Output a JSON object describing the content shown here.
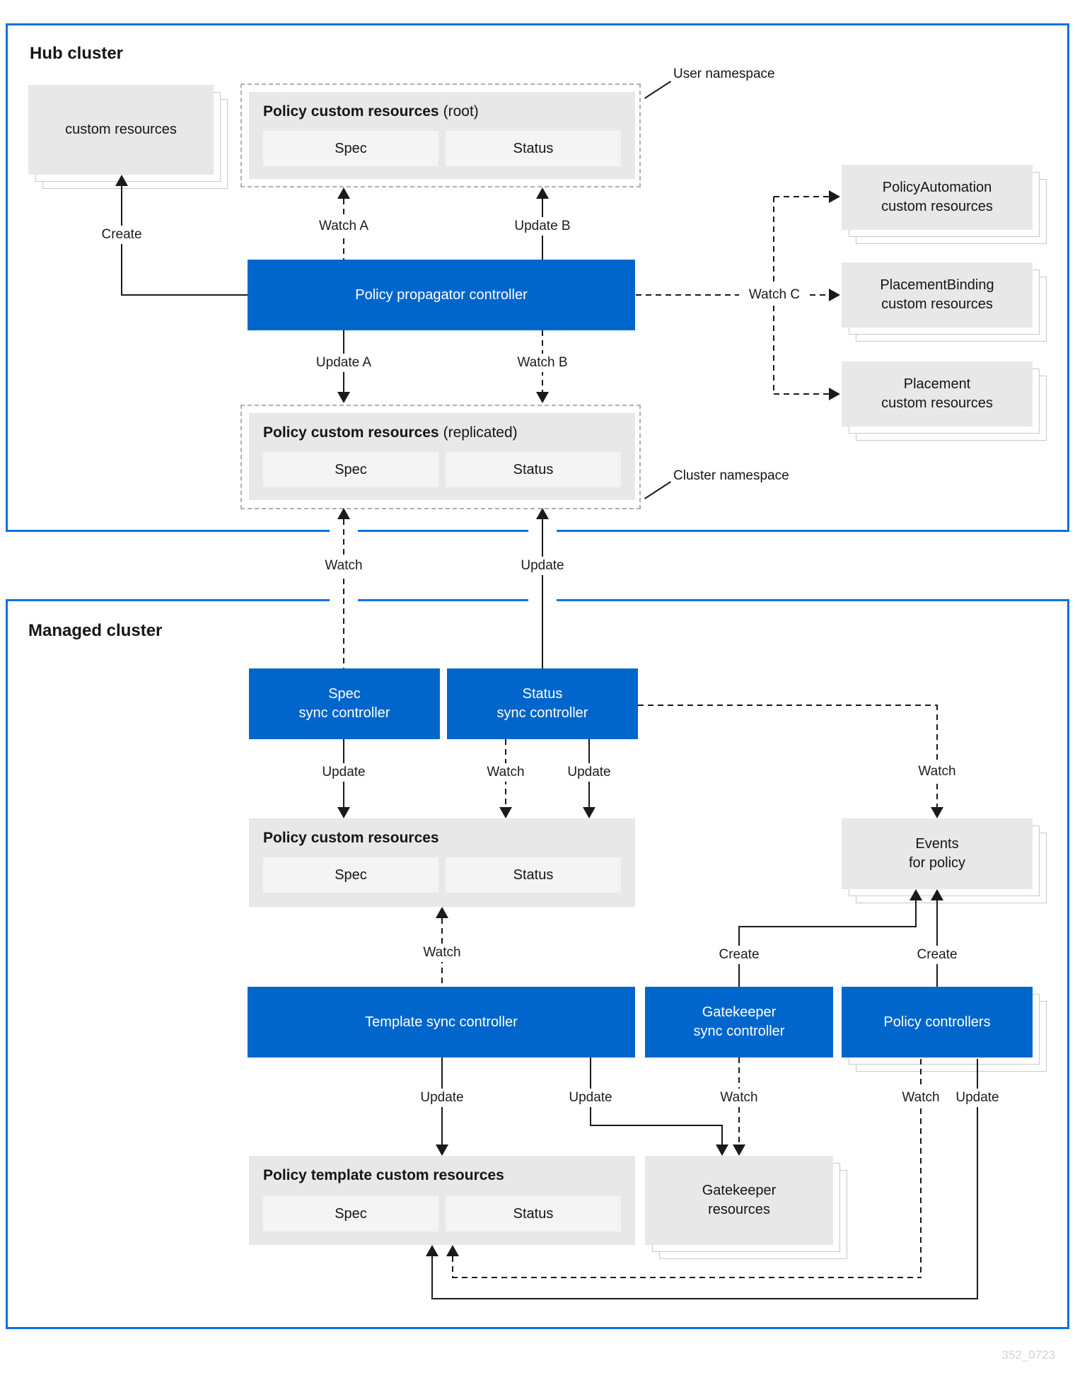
{
  "watermark": "352_0723",
  "hub": {
    "title": "Hub cluster",
    "custom_resources_label": "custom resources",
    "user_namespace_label": "User namespace",
    "cluster_namespace_label": "Cluster namespace",
    "root_policy": {
      "title": "Policy custom resources",
      "suffix": "(root)",
      "spec": "Spec",
      "status": "Status"
    },
    "replicated_policy": {
      "title": "Policy custom resources",
      "suffix": "(replicated)",
      "spec": "Spec",
      "status": "Status"
    },
    "propagator_label": "Policy propagator controller",
    "policy_automation": {
      "line1": "PolicyAutomation",
      "line2": "custom resources"
    },
    "placement_binding": {
      "line1": "PlacementBinding",
      "line2": "custom resources"
    },
    "placement": {
      "line1": "Placement",
      "line2": "custom resources"
    },
    "edges": {
      "create": "Create",
      "watch_a": "Watch A",
      "update_b": "Update B",
      "update_a": "Update A",
      "watch_b": "Watch B",
      "watch_c": "Watch C"
    }
  },
  "bridge": {
    "watch": "Watch",
    "update": "Update"
  },
  "managed": {
    "title": "Managed cluster",
    "spec_sync": {
      "line1": "Spec",
      "line2": "sync controller"
    },
    "status_sync": {
      "line1": "Status",
      "line2": "sync controller"
    },
    "policy_resources": {
      "title": "Policy custom resources",
      "spec": "Spec",
      "status": "Status"
    },
    "events": {
      "line1": "Events",
      "line2": "for policy"
    },
    "template_sync_label": "Template sync controller",
    "gatekeeper_sync": {
      "line1": "Gatekeeper",
      "line2": "sync controller"
    },
    "policy_controllers_label": "Policy controllers",
    "policy_template": {
      "title": "Policy template custom resources",
      "spec": "Spec",
      "status": "Status"
    },
    "gatekeeper_resources": {
      "line1": "Gatekeeper",
      "line2": "resources"
    },
    "edges": {
      "update": "Update",
      "watch": "Watch",
      "create": "Create"
    }
  }
}
